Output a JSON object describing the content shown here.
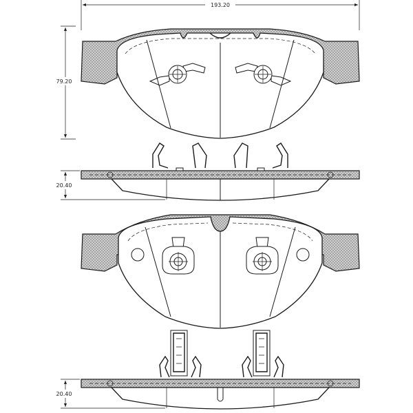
{
  "dimensions": {
    "width": "193.20",
    "height": "79.20",
    "thickness_top": "20.40",
    "thickness_bottom": "20.40"
  },
  "colors": {
    "line": "#1a1a1a",
    "hatch_background": "#cfcfcf",
    "background": "#ffffff"
  }
}
